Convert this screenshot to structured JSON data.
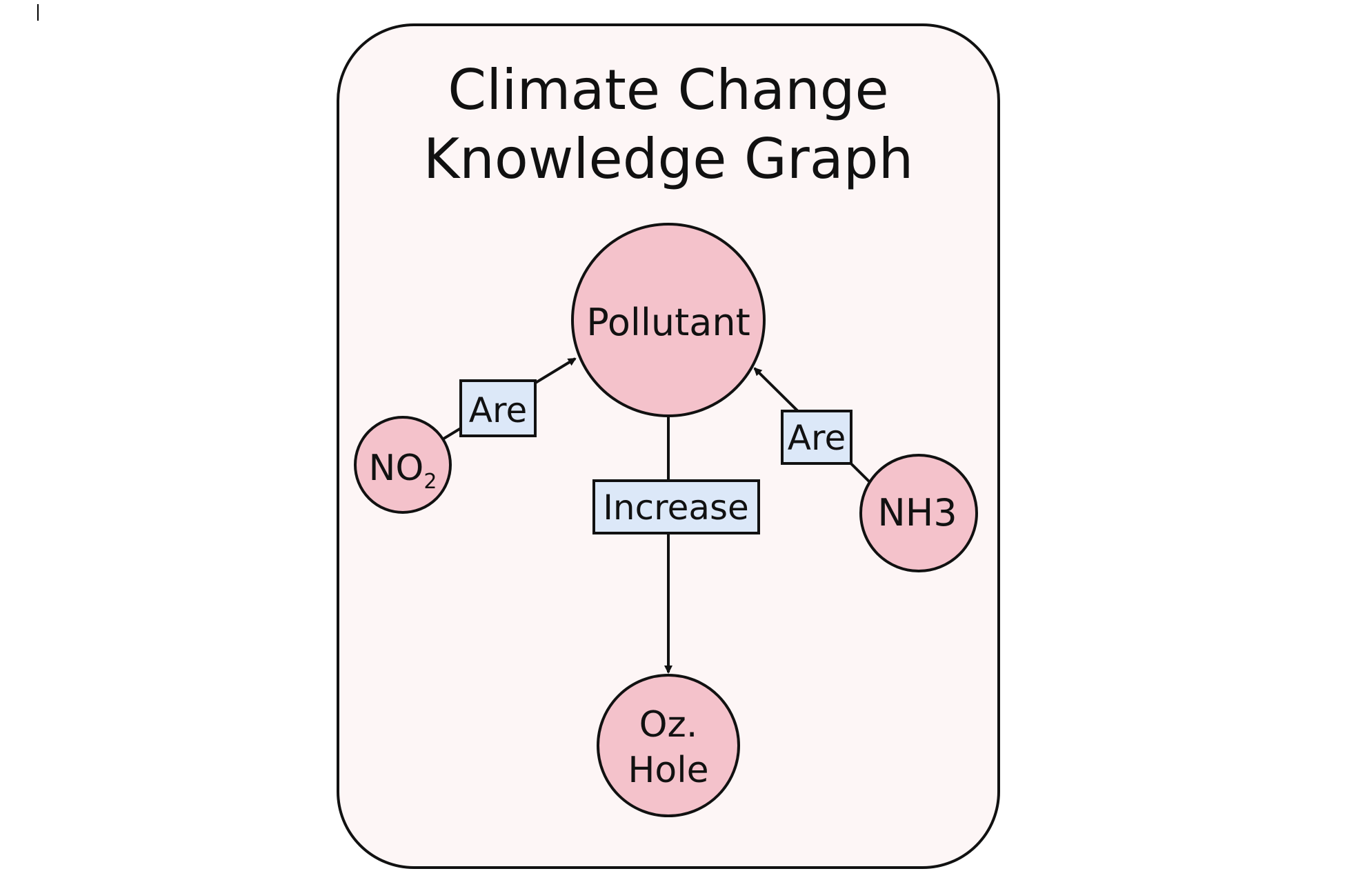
{
  "title": {
    "line1": "Climate Change",
    "line2": "Knowledge Graph"
  },
  "nodes": {
    "pollutant": "Pollutant",
    "no2": {
      "base": "NO",
      "sub": "2"
    },
    "nh3": "NH3",
    "ozone_hole": {
      "line1": "Oz.",
      "line2": "Hole"
    }
  },
  "edges": {
    "no2_to_pollutant": "Are",
    "nh3_to_pollutant": "Are",
    "pollutant_to_ozone_hole": "Increase"
  },
  "colors": {
    "panel_fill": "#fdf6f6",
    "panel_border": "#111111",
    "node_fill": "#f4c2cb",
    "label_fill": "#dce8f8",
    "stroke": "#111111",
    "text": "#111111"
  }
}
